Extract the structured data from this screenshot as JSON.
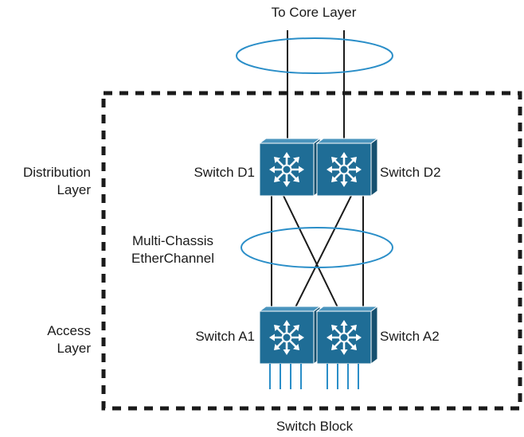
{
  "labels": {
    "top": "To Core Layer",
    "distribution_line1": "Distribution",
    "distribution_line2": "Layer",
    "access_line1": "Access",
    "access_line2": "Layer",
    "mec_line1": "Multi-Chassis",
    "mec_line2": "EtherChannel",
    "bottom": "Switch Block"
  },
  "switches": {
    "d1": "Switch D1",
    "d2": "Switch D2",
    "a1": "Switch A1",
    "a2": "Switch A2"
  },
  "colors": {
    "switch_fill": "#1f6d96",
    "switch_top": "#4a94bd",
    "switch_side": "#15506f",
    "link": "#1a1a1a",
    "ellipse": "#2a8ec8",
    "boundary": "#1a1a1a"
  }
}
